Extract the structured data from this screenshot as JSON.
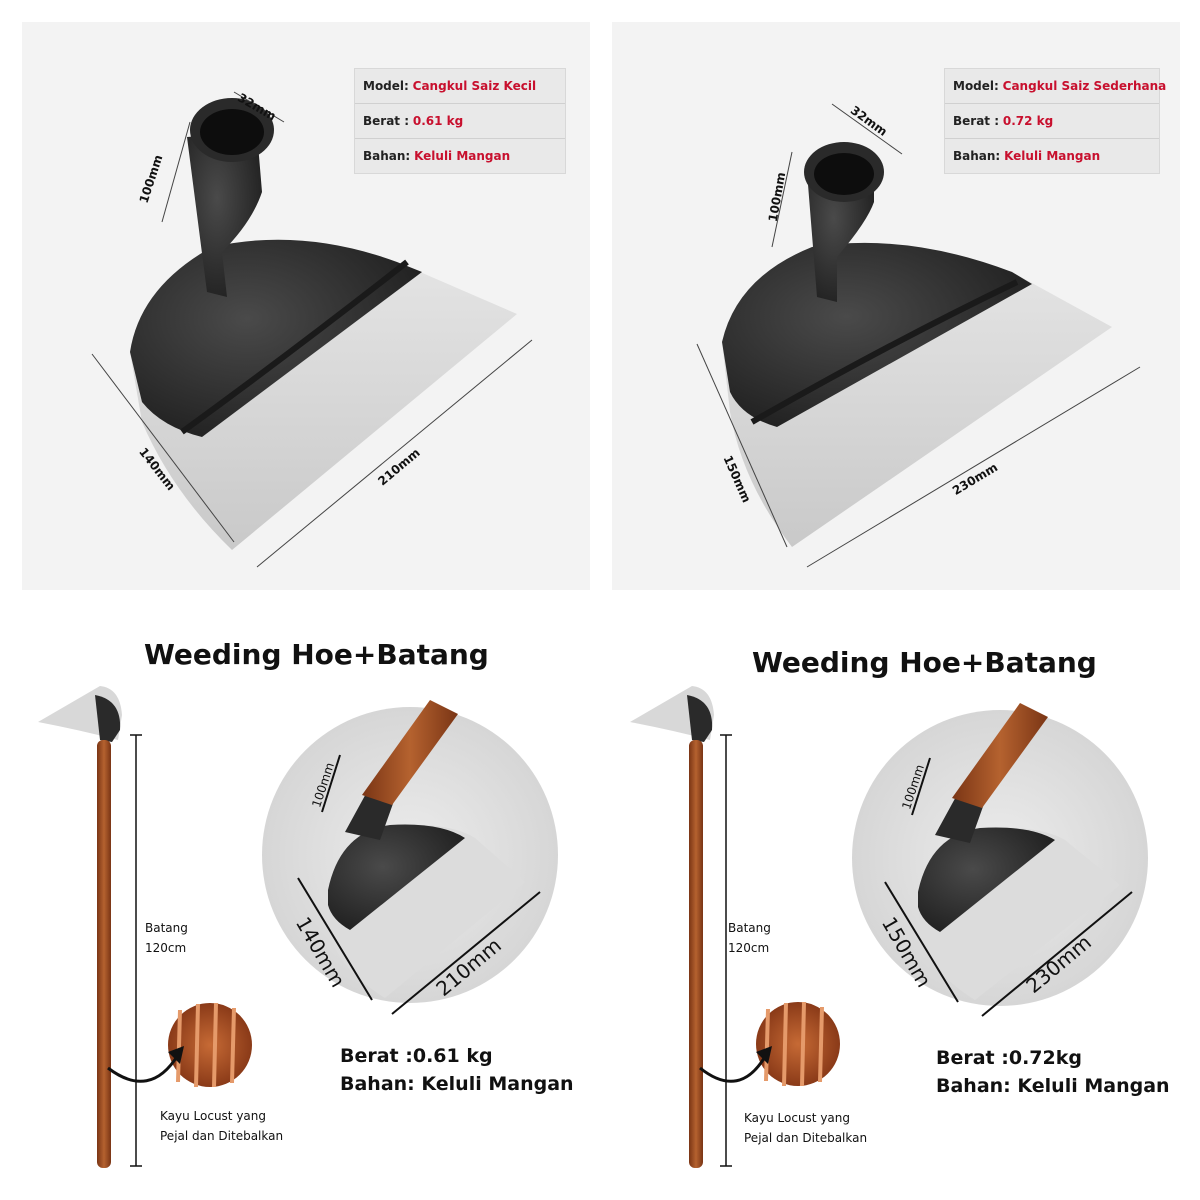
{
  "products": [
    {
      "spec_box": {
        "model_key": "Model:",
        "model_value": "Cangkul Saiz Kecil",
        "weight_key": "Berat :",
        "weight_value": "0.61 kg",
        "material_key": "Bahan:",
        "material_value": "Keluli Mangan"
      },
      "dims": {
        "socket_width": "32mm",
        "socket_height": "100mm",
        "blade_height": "140mm",
        "blade_width": "210mm"
      }
    },
    {
      "spec_box": {
        "model_key": "Model:",
        "model_value": "Cangkul Saiz Sederhana",
        "weight_key": "Berat :",
        "weight_value": "0.72 kg",
        "material_key": "Bahan:",
        "material_value": "Keluli Mangan"
      },
      "dims": {
        "socket_width": "32mm",
        "socket_height": "100mm",
        "blade_height": "150mm",
        "blade_width": "230mm"
      }
    }
  ],
  "kits": [
    {
      "title": "Weeding Hoe+Batang",
      "handle_label": "Batang",
      "handle_length": "120cm",
      "wood_note_1": "Kayu Locust yang",
      "wood_note_2": "Pejal dan Ditebalkan",
      "circle_dims": {
        "socket": "100mm",
        "height": "140mm",
        "width": "210mm"
      },
      "weight_line": "Berat :0.61 kg",
      "material_line": "Bahan: Keluli Mangan"
    },
    {
      "title": "Weeding Hoe+Batang",
      "handle_label": "Batang",
      "handle_length": "120cm",
      "wood_note_1": "Kayu Locust yang",
      "wood_note_2": "Pejal dan Ditebalkan",
      "circle_dims": {
        "socket": "100mm",
        "height": "150mm",
        "width": "230mm"
      },
      "weight_line": "Berat :0.72kg",
      "material_line": "Bahan: Keluli Mangan"
    }
  ],
  "colors": {
    "accent_red": "#c8102e",
    "steel_dark": "#2c2c2c",
    "steel_light": "#d9d9d9",
    "wood": "#a0522d"
  }
}
